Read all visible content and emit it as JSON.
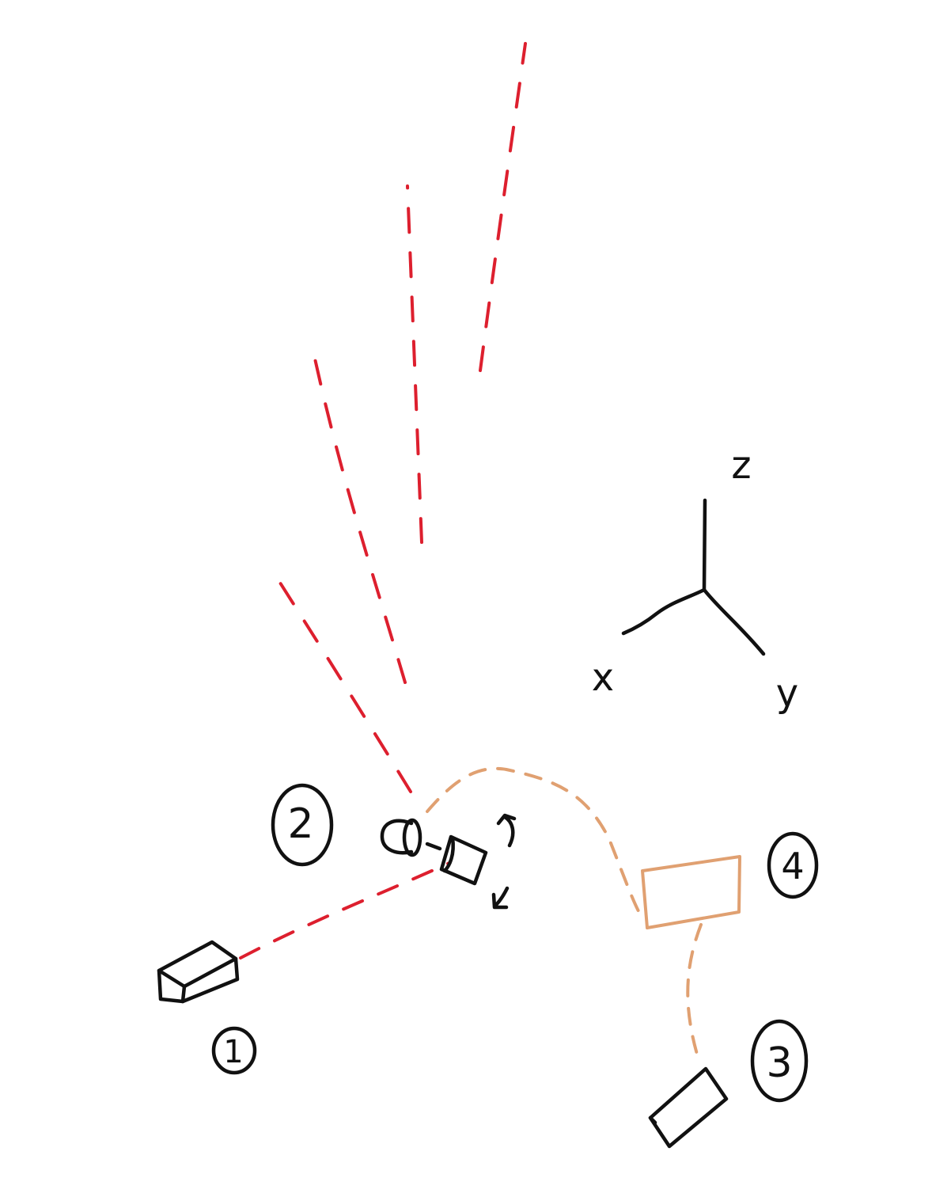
{
  "colors": {
    "ink": "#111111",
    "laser": "#dd1f2e",
    "orange": "#e0a071"
  },
  "axes": {
    "z_label": "z",
    "x_label": "x",
    "y_label": "y"
  },
  "markers": [
    {
      "id": "1",
      "label": "1"
    },
    {
      "id": "2",
      "label": "2"
    },
    {
      "id": "3",
      "label": "3"
    },
    {
      "id": "4",
      "label": "4"
    }
  ]
}
